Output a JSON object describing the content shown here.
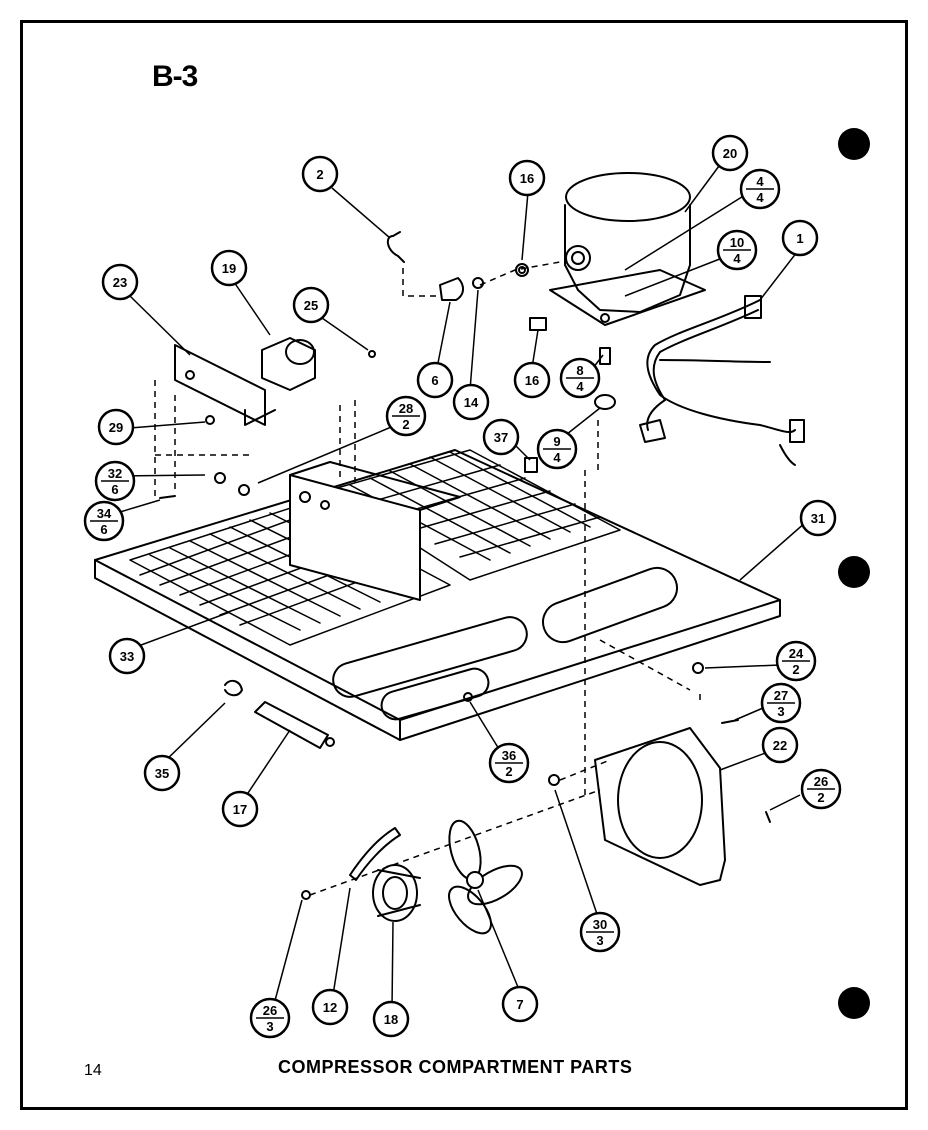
{
  "page": {
    "title": "B-3",
    "page_number": "14",
    "caption": "COMPRESSOR COMPARTMENT PARTS"
  },
  "callouts": [
    {
      "id": "c2",
      "top": "2"
    },
    {
      "id": "c16a",
      "top": "16"
    },
    {
      "id": "c20",
      "top": "20"
    },
    {
      "id": "c4_4",
      "top": "4",
      "bottom": "4"
    },
    {
      "id": "c10_4",
      "top": "10",
      "bottom": "4"
    },
    {
      "id": "c1",
      "top": "1"
    },
    {
      "id": "c23",
      "top": "23"
    },
    {
      "id": "c19",
      "top": "19"
    },
    {
      "id": "c25",
      "top": "25"
    },
    {
      "id": "c6",
      "top": "6"
    },
    {
      "id": "c14",
      "top": "14"
    },
    {
      "id": "c16b",
      "top": "16"
    },
    {
      "id": "c8_4",
      "top": "8",
      "bottom": "4"
    },
    {
      "id": "c29",
      "top": "29"
    },
    {
      "id": "c28_2",
      "top": "28",
      "bottom": "2"
    },
    {
      "id": "c37",
      "top": "37"
    },
    {
      "id": "c9_4",
      "top": "9",
      "bottom": "4"
    },
    {
      "id": "c32_6",
      "top": "32",
      "bottom": "6"
    },
    {
      "id": "c34_6",
      "top": "34",
      "bottom": "6"
    },
    {
      "id": "c31",
      "top": "31"
    },
    {
      "id": "c33",
      "top": "33"
    },
    {
      "id": "c24_2",
      "top": "24",
      "bottom": "2"
    },
    {
      "id": "c27_3",
      "top": "27",
      "bottom": "3"
    },
    {
      "id": "c22",
      "top": "22"
    },
    {
      "id": "c36_2",
      "top": "36",
      "bottom": "2"
    },
    {
      "id": "c35",
      "top": "35"
    },
    {
      "id": "c17",
      "top": "17"
    },
    {
      "id": "c26_2",
      "top": "26",
      "bottom": "2"
    },
    {
      "id": "c30_3",
      "top": "30",
      "bottom": "3"
    },
    {
      "id": "c26_3",
      "top": "26",
      "bottom": "3"
    },
    {
      "id": "c12",
      "top": "12"
    },
    {
      "id": "c18",
      "top": "18"
    },
    {
      "id": "c7",
      "top": "7"
    }
  ]
}
